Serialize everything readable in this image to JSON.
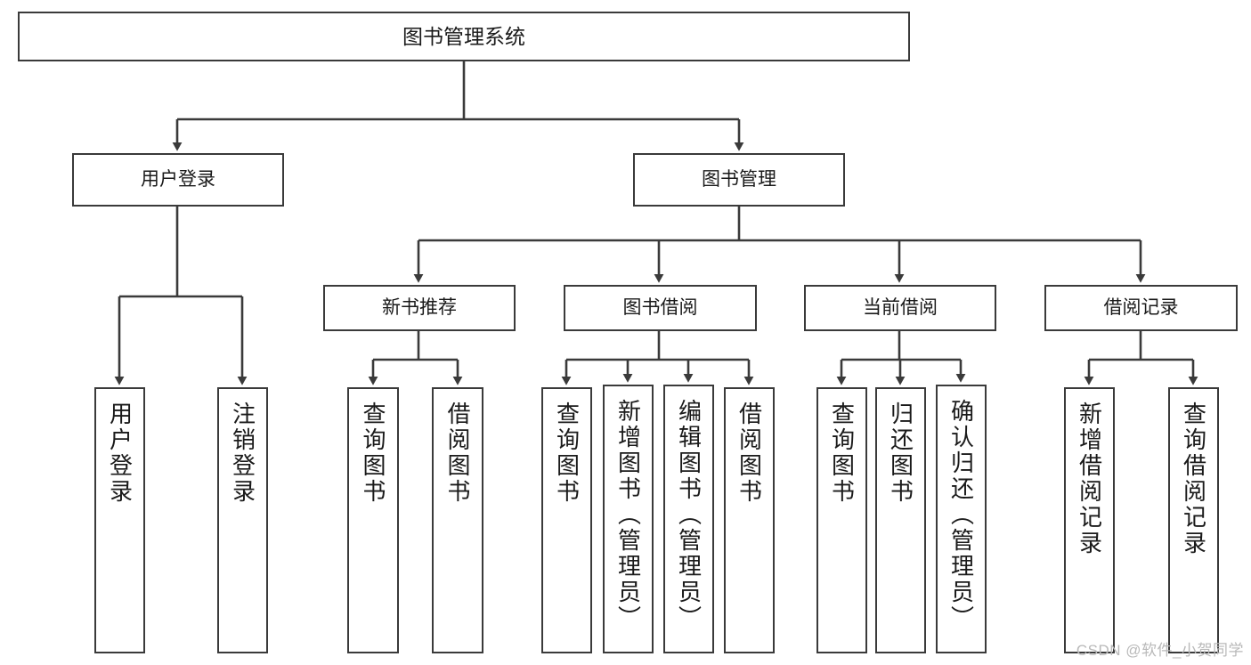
{
  "diagram": {
    "title": "图书管理系统",
    "type": "hierarchy-tree",
    "root": {
      "label": "图书管理系统"
    },
    "level1": [
      {
        "label": "用户登录"
      },
      {
        "label": "图书管理"
      }
    ],
    "level2": [
      {
        "label": "新书推荐"
      },
      {
        "label": "图书借阅"
      },
      {
        "label": "当前借阅"
      },
      {
        "label": "借阅记录"
      }
    ],
    "leaves": {
      "user_login": [
        {
          "label": "用户登录"
        },
        {
          "label": "注销登录"
        }
      ],
      "new_book_rec": [
        {
          "label": "查询图书"
        },
        {
          "label": "借阅图书"
        }
      ],
      "book_borrow": [
        {
          "label": "查询图书"
        },
        {
          "label": "新增图书（管理员）"
        },
        {
          "label": "编辑图书（管理员）"
        },
        {
          "label": "借阅图书"
        }
      ],
      "current_borrow": [
        {
          "label": "查询图书"
        },
        {
          "label": "归还图书"
        },
        {
          "label": "确认归还（管理员）"
        }
      ],
      "borrow_record": [
        {
          "label": "新增借阅记录"
        },
        {
          "label": "查询借阅记录"
        }
      ]
    }
  },
  "watermark": {
    "text": "CSDN @软件_小贺同学"
  },
  "colors": {
    "stroke": "#3a3a3a",
    "background": "#ffffff",
    "text": "#1a1a1a",
    "watermark": "#b9b9b9"
  }
}
